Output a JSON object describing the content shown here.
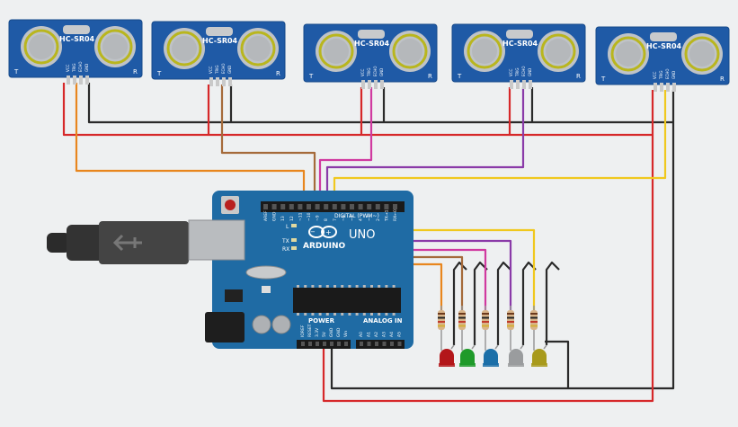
{
  "sensors": [
    {
      "label": "HC-SR04",
      "left_mark": "T",
      "right_mark": "R",
      "pins": [
        "VCC",
        "TRIG",
        "ECHO",
        "GND"
      ]
    },
    {
      "label": "HC-SR04",
      "left_mark": "T",
      "right_mark": "R",
      "pins": [
        "VCC",
        "TRIG",
        "ECHO",
        "GND"
      ]
    },
    {
      "label": "HC-SR04",
      "left_mark": "T",
      "right_mark": "R",
      "pins": [
        "VCC",
        "TRIG",
        "ECHO",
        "GND"
      ]
    },
    {
      "label": "HC-SR04",
      "left_mark": "T",
      "right_mark": "R",
      "pins": [
        "VCC",
        "TRIG",
        "ECHO",
        "GND"
      ]
    },
    {
      "label": "HC-SR04",
      "left_mark": "T",
      "right_mark": "R",
      "pins": [
        "VCC",
        "TRIG",
        "ECHO",
        "GND"
      ]
    }
  ],
  "arduino": {
    "brand": "ARDUINO",
    "model": "UNO",
    "digital_label": "DIGITAL (PWM~)",
    "power_label": "POWER",
    "analog_label": "ANALOG IN",
    "led_labels": [
      "L",
      "TX",
      "RX"
    ],
    "top_pins": [
      "AREF",
      "GND",
      "13",
      "12",
      "~11",
      "~10",
      "~9",
      "8",
      "7",
      "~6",
      "~5",
      "4",
      "~3",
      "2",
      "TX→1",
      "RX←0"
    ],
    "power_pins": [
      "IOREF",
      "RESET",
      "3.3V",
      "5V",
      "GND",
      "GND",
      "Vin"
    ],
    "analog_pins": [
      "A0",
      "A1",
      "A2",
      "A3",
      "A4",
      "A5"
    ]
  },
  "leds": [
    {
      "color": "red",
      "hex": "#b3161a"
    },
    {
      "color": "green",
      "hex": "#1f9a2a"
    },
    {
      "color": "blue",
      "hex": "#1b6fa8"
    },
    {
      "color": "gray",
      "hex": "#9a9c9e"
    },
    {
      "color": "yellow",
      "hex": "#a89a1c"
    }
  ],
  "wire_colors": {
    "vcc": "#d6282a",
    "gnd": "#2a2a2a",
    "orange": "#e8861e",
    "brown": "#a56a3a",
    "magenta": "#d03aa0",
    "purple": "#8a3aa8",
    "yellow": "#f0c81e"
  }
}
